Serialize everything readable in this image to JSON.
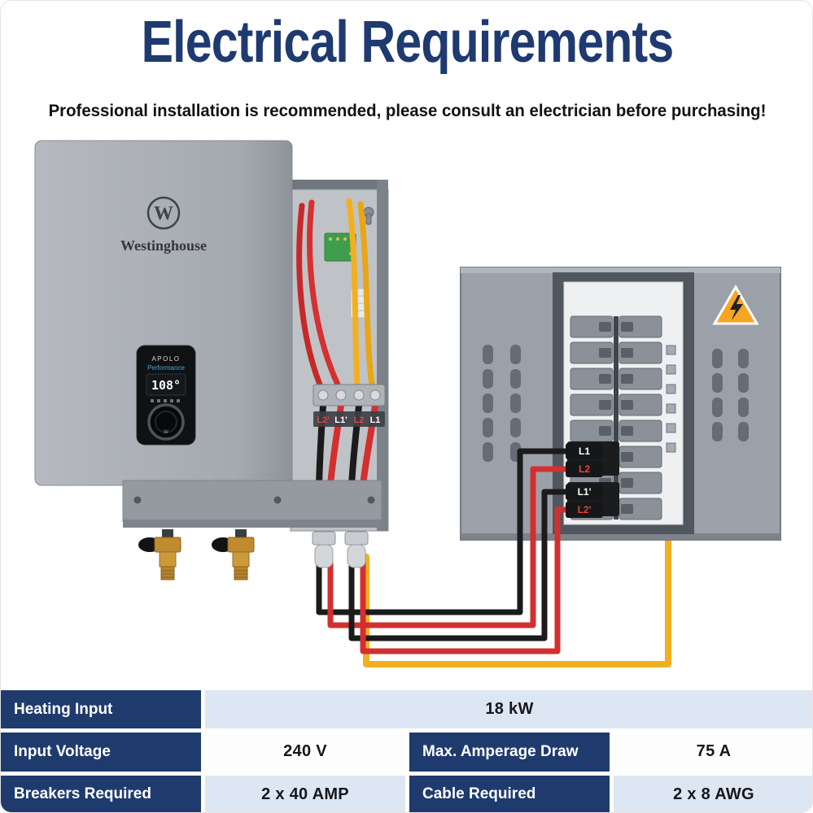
{
  "title": "Electrical Requirements",
  "subtitle": "Professional installation is recommended, please consult an electrician before purchasing!",
  "illustration": {
    "heater": {
      "brand": "Westinghouse",
      "logo_letter": "W",
      "model": "APOLO",
      "series": "Performance",
      "display_value": "108°",
      "knob_mark": "W"
    },
    "junction_terminals": [
      {
        "label": "L2'",
        "color": "#e8453a"
      },
      {
        "label": "L1'",
        "color": "#ffffff"
      },
      {
        "label": "L2",
        "color": "#e8453a"
      },
      {
        "label": "L1",
        "color": "#ffffff"
      }
    ],
    "panel_terminals": [
      {
        "label": "L1",
        "color": "#ffffff"
      },
      {
        "label": "L2",
        "color": "#ef4136"
      },
      {
        "label": "L1'",
        "color": "#ffffff"
      },
      {
        "label": "L2'",
        "color": "#ef4136"
      }
    ],
    "wire_colors": {
      "line_black": "#1b1b1b",
      "line_red": "#d32f2f",
      "line_yellow": "#f2b01e"
    },
    "warning_icon": "high-voltage"
  },
  "table": {
    "rows": [
      {
        "cells": [
          {
            "text": "Heating Input",
            "type": "header"
          },
          {
            "text": "18 kW",
            "type": "value"
          }
        ]
      },
      {
        "cells": [
          {
            "text": "Input Voltage",
            "type": "header"
          },
          {
            "text": "240 V",
            "type": "value"
          },
          {
            "text": "Max. Amperage Draw",
            "type": "header"
          },
          {
            "text": "75 A",
            "type": "value"
          }
        ]
      },
      {
        "cells": [
          {
            "text": "Breakers Required",
            "type": "header"
          },
          {
            "text": "2 x 40 AMP",
            "type": "value"
          },
          {
            "text": "Cable Required",
            "type": "header"
          },
          {
            "text": "2 x 8 AWG",
            "type": "value"
          }
        ]
      }
    ]
  },
  "colors": {
    "title_navy": "#1e3a70",
    "header_navy": "#1f3b6e",
    "row_tint": "#dde6f3"
  }
}
